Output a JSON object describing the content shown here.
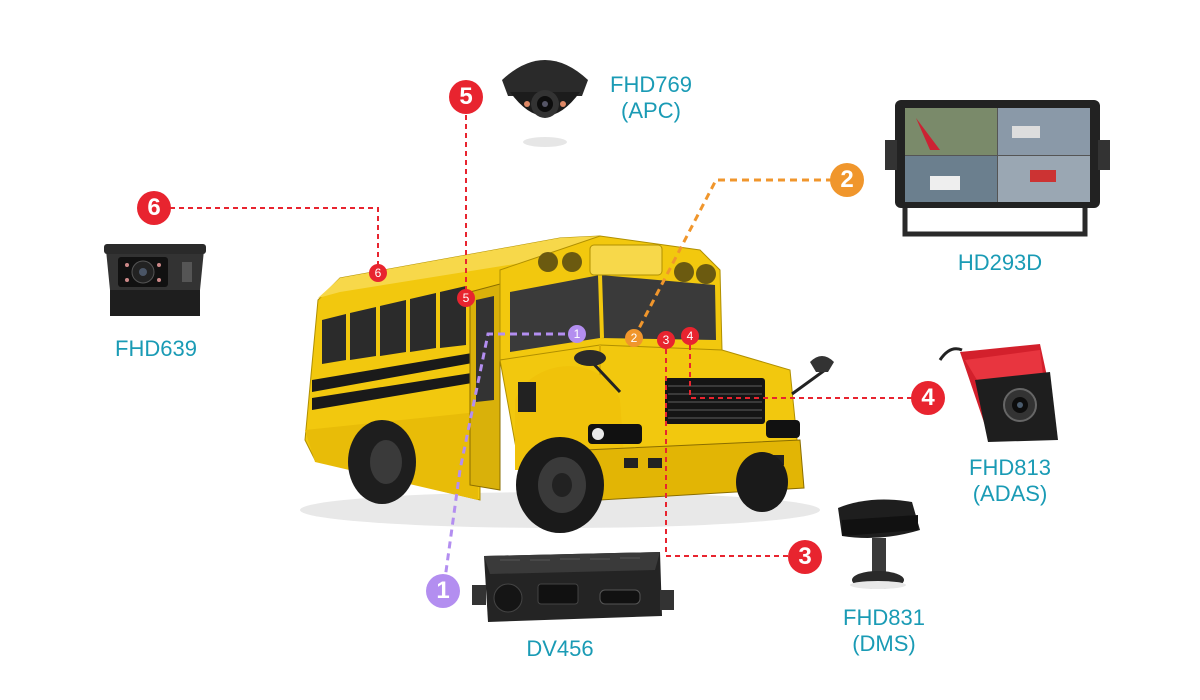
{
  "colors": {
    "red": "#e8242f",
    "orange": "#f0962c",
    "purple": "#b38ef0",
    "label": "#1a9bb5",
    "bus_yellow": "#f2c80e"
  },
  "markers": {
    "m1": "1",
    "m2": "2",
    "m3": "3",
    "m4": "4",
    "m5": "5",
    "m6": "6"
  },
  "devices": {
    "fhd769": {
      "name": "FHD769",
      "sub": "(APC)",
      "icon": "dome-camera-icon"
    },
    "hd293d": {
      "name": "HD293D",
      "icon": "quad-view-monitor-icon"
    },
    "fhd639": {
      "name": "FHD639",
      "icon": "rear-view-camera-icon"
    },
    "fhd813": {
      "name": "FHD813",
      "sub": "(ADAS)",
      "icon": "adas-dashcam-icon"
    },
    "fhd831": {
      "name": "FHD831",
      "sub": "(DMS)",
      "icon": "driver-monitoring-camera-icon"
    },
    "dv456": {
      "name": "DV456",
      "icon": "mobile-dvr-icon"
    }
  }
}
